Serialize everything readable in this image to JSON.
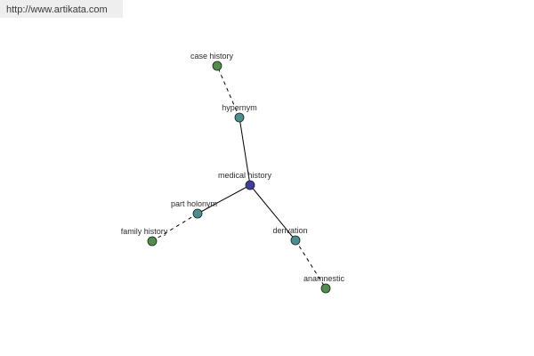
{
  "source": {
    "url_text": "http://www.artikata.com"
  },
  "colors": {
    "center": "#3d3ea0",
    "relation": "#4a8f8f",
    "leaf": "#4f8f4a"
  },
  "graph": {
    "nodes": [
      {
        "id": "medical-history",
        "label": "medical history",
        "kind": "center"
      },
      {
        "id": "hypernym",
        "label": "hypernym",
        "kind": "relation"
      },
      {
        "id": "case-history",
        "label": "case history",
        "kind": "leaf"
      },
      {
        "id": "part-holonym",
        "label": "part holonym",
        "kind": "relation"
      },
      {
        "id": "family-history",
        "label": "family history",
        "kind": "leaf"
      },
      {
        "id": "derivation",
        "label": "derivation",
        "kind": "relation"
      },
      {
        "id": "anamnestic",
        "label": "anamnestic",
        "kind": "leaf"
      }
    ],
    "edges": [
      {
        "from": "medical-history",
        "to": "hypernym",
        "style": "solid"
      },
      {
        "from": "hypernym",
        "to": "case-history",
        "style": "dashed"
      },
      {
        "from": "medical-history",
        "to": "part-holonym",
        "style": "solid"
      },
      {
        "from": "part-holonym",
        "to": "family-history",
        "style": "dashed"
      },
      {
        "from": "medical-history",
        "to": "derivation",
        "style": "solid"
      },
      {
        "from": "derivation",
        "to": "anamnestic",
        "style": "dashed"
      }
    ]
  }
}
